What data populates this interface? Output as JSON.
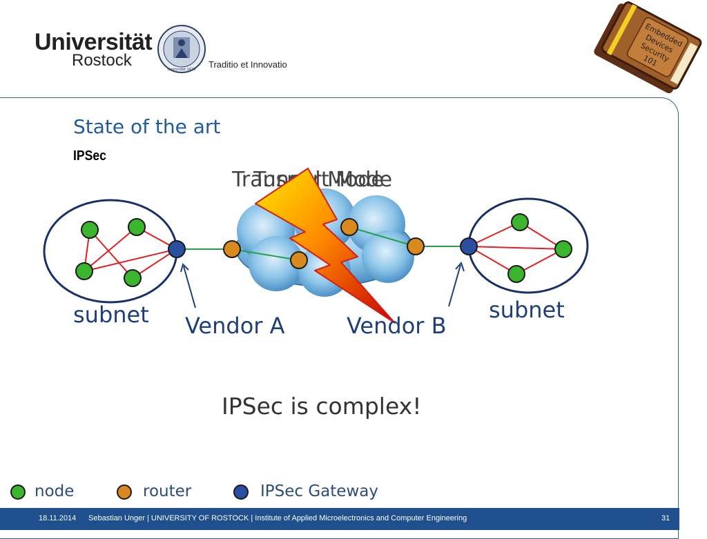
{
  "header": {
    "university_name": "Universität",
    "university_city": "Rostock",
    "motto": "Traditio et Innovatio",
    "seal_text": "begründet 1419",
    "book_badge": [
      "Embedded",
      "Devices",
      "Security",
      "101"
    ]
  },
  "slide": {
    "title": "State of the art",
    "subtitle": "IPSec",
    "mode_label_1": "Transport Mode",
    "mode_label_2": "Tunnel Mode",
    "left_subnet_label": "subnet",
    "right_subnet_label": "subnet",
    "vendor_a_label": "Vendor A",
    "vendor_b_label": "Vendor B",
    "conclusion": "IPSec is complex!"
  },
  "legend": [
    {
      "label": "node",
      "color": "#3cb52e"
    },
    {
      "label": "router",
      "color": "#d98a1e"
    },
    {
      "label": "IPSec Gateway",
      "color": "#2a4fa0"
    }
  ],
  "footer": {
    "date": "18.11.2014",
    "text": "Sebastian Unger | UNIVERSITY OF ROSTOCK | Institute of Applied Microelectronics and Computer Engineering",
    "page_number": "31"
  },
  "colors": {
    "accent": "#1f5c99",
    "footer_bg": "#1f4f8c",
    "node": "#3cb52e",
    "router": "#d98a1e",
    "gateway": "#2a4fa0",
    "subnet_link": "#e02020",
    "tunnel_link": "#22a04a"
  }
}
